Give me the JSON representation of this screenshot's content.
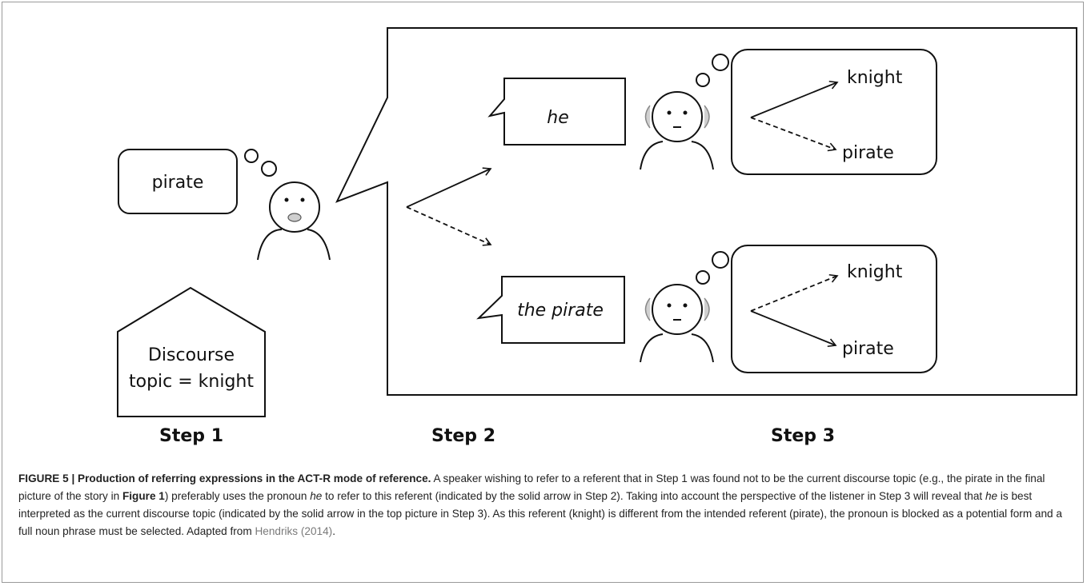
{
  "diagram": {
    "step1": {
      "thought": "pirate",
      "house_line1": "Discourse",
      "house_line2": "topic = knight",
      "label": "Step 1"
    },
    "step2": {
      "bubble_top": "he",
      "bubble_bottom": "the pirate",
      "label": "Step 2"
    },
    "step3": {
      "top": {
        "option_a": "knight",
        "option_b": "pirate"
      },
      "bottom": {
        "option_a": "knight",
        "option_b": "pirate"
      },
      "label": "Step 3"
    }
  },
  "caption": {
    "figure_title": "FIGURE 5 | Production of referring expressions in the ACT-R mode of reference.",
    "t1": " A speaker wishing to refer to a referent that in Step 1 was found not to be the current discourse topic (e.g., the pirate in the final picture of the story in ",
    "figure_ref": "Figure 1",
    "t2": ") preferably uses the pronoun ",
    "he1": "he",
    "t3": " to refer to this referent (indicated by the solid arrow in Step 2). Taking into account the perspective of the listener in Step 3 will reveal that ",
    "he2": "he",
    "t4": " is best interpreted as the current discourse topic (indicated by the solid arrow in the top picture in Step 3). As this referent (knight) is different from the intended referent (pirate), the pronoun is blocked as a potential form and a full noun phrase must be selected. Adapted from ",
    "source": "Hendriks (2014)",
    "t5": "."
  }
}
